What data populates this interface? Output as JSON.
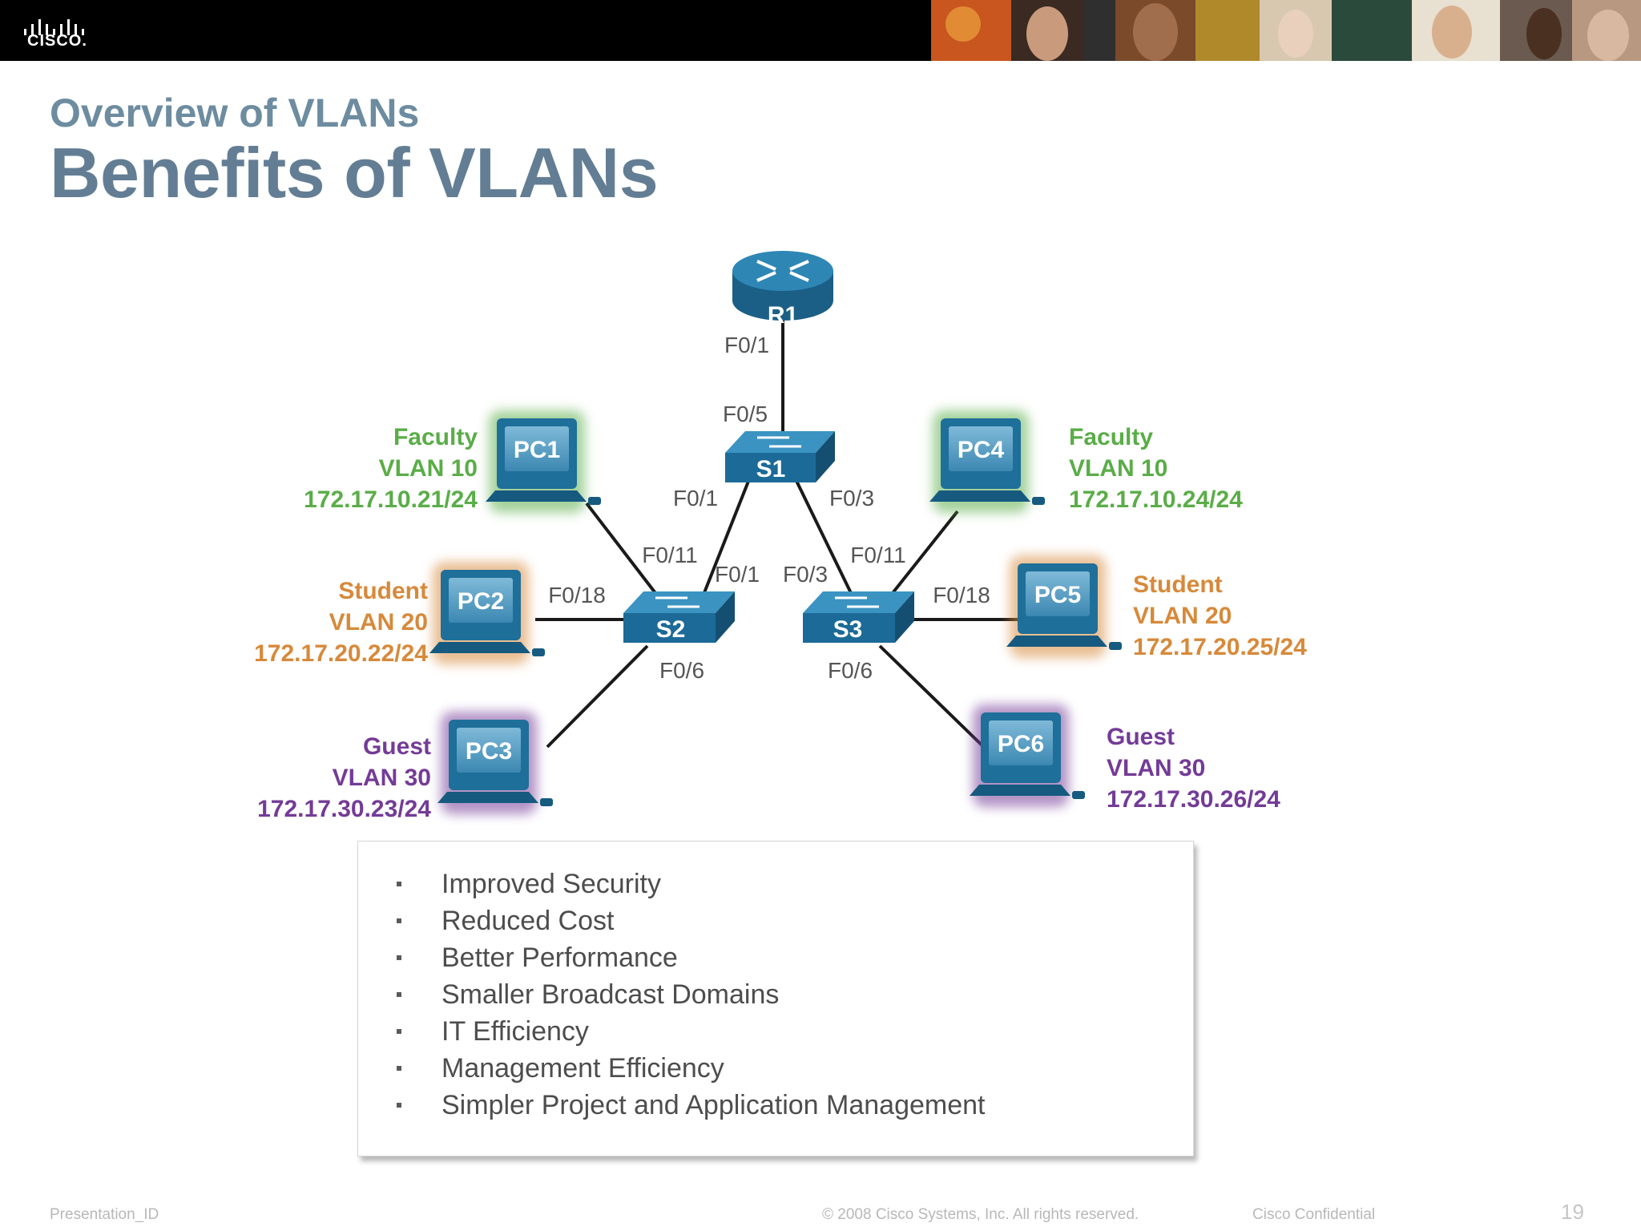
{
  "header": {
    "logo_text": "CISCO."
  },
  "slide": {
    "subtitle": "Overview of VLANs",
    "title": "Benefits of VLANs"
  },
  "diagram": {
    "colors": {
      "faculty": "#5aad48",
      "student": "#d7893a",
      "guest": "#743b97",
      "device": "#1e6f99"
    },
    "router": {
      "label": "R1",
      "port": "F0/1"
    },
    "switches": {
      "s1": {
        "label": "S1",
        "port_up": "F0/5",
        "port_left": "F0/1",
        "port_right": "F0/3"
      },
      "s2": {
        "label": "S2",
        "port_up_left": "F0/11",
        "port_up": "F0/1",
        "port_pc": "F0/18",
        "port_down": "F0/6"
      },
      "s3": {
        "label": "S3",
        "port_up": "F0/3",
        "port_up_right": "F0/11",
        "port_pc": "F0/18",
        "port_down": "F0/6"
      }
    },
    "pcs": [
      {
        "label": "PC1",
        "group": "Faculty",
        "vlan": "VLAN 10",
        "ip": "172.17.10.21/24"
      },
      {
        "label": "PC2",
        "group": "Student",
        "vlan": "VLAN 20",
        "ip": "172.17.20.22/24"
      },
      {
        "label": "PC3",
        "group": "Guest",
        "vlan": "VLAN 30",
        "ip": "172.17.30.23/24"
      },
      {
        "label": "PC4",
        "group": "Faculty",
        "vlan": "VLAN 10",
        "ip": "172.17.10.24/24"
      },
      {
        "label": "PC5",
        "group": "Student",
        "vlan": "VLAN 20",
        "ip": "172.17.20.25/24"
      },
      {
        "label": "PC6",
        "group": "Guest",
        "vlan": "VLAN 30",
        "ip": "172.17.30.26/24"
      }
    ]
  },
  "benefits": [
    "Improved Security",
    "Reduced Cost",
    "Better Performance",
    "Smaller Broadcast Domains",
    "IT Efficiency",
    "Management Efficiency",
    "Simpler Project and Application Management"
  ],
  "footer": {
    "presentation_id": "Presentation_ID",
    "copyright": "© 2008 Cisco Systems, Inc. All rights reserved.",
    "confidential": "Cisco Confidential",
    "page_number": "19"
  }
}
